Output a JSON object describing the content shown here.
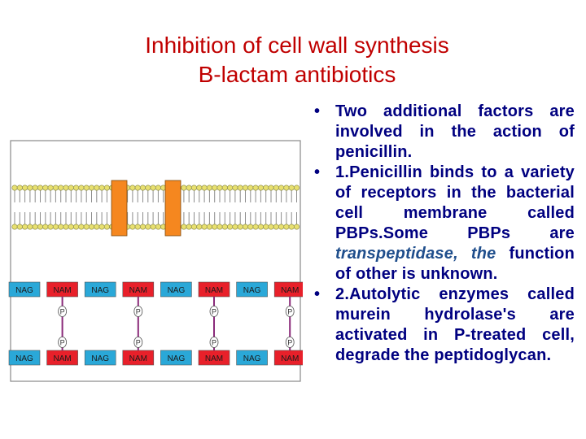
{
  "slide": {
    "title_line1": "Inhibition of cell wall synthesis",
    "title_line2": "B-lactam antibiotics",
    "bullets": [
      {
        "text": "Two additional factors are involved in the action of penicillin."
      },
      {
        "before": "1.Penicillin binds to a variety of receptors in the bacterial cell membrane called PBPs.Some PBPs are ",
        "emphasis": "transpeptidase, the",
        "after": " function of other is unknown."
      },
      {
        "text": "2.Autolytic enzymes called murein hydrolase's are activated in P-treated cell, degrade the peptidoglycan."
      }
    ]
  },
  "diagram": {
    "top_row": [
      "NAG",
      "NAM",
      "NAG",
      "NAM",
      "NAG",
      "NAM",
      "NAG",
      "NAM"
    ],
    "bottom_row": [
      "NAG",
      "NAM",
      "NAG",
      "NAM",
      "NAG",
      "NAM",
      "NAG",
      "NAM"
    ],
    "bridge_label": "P",
    "colors": {
      "NAG": "#2aa8d8",
      "NAM": "#e8202a",
      "protein": "#f5871f",
      "bridge": "#8a2a7a"
    }
  }
}
